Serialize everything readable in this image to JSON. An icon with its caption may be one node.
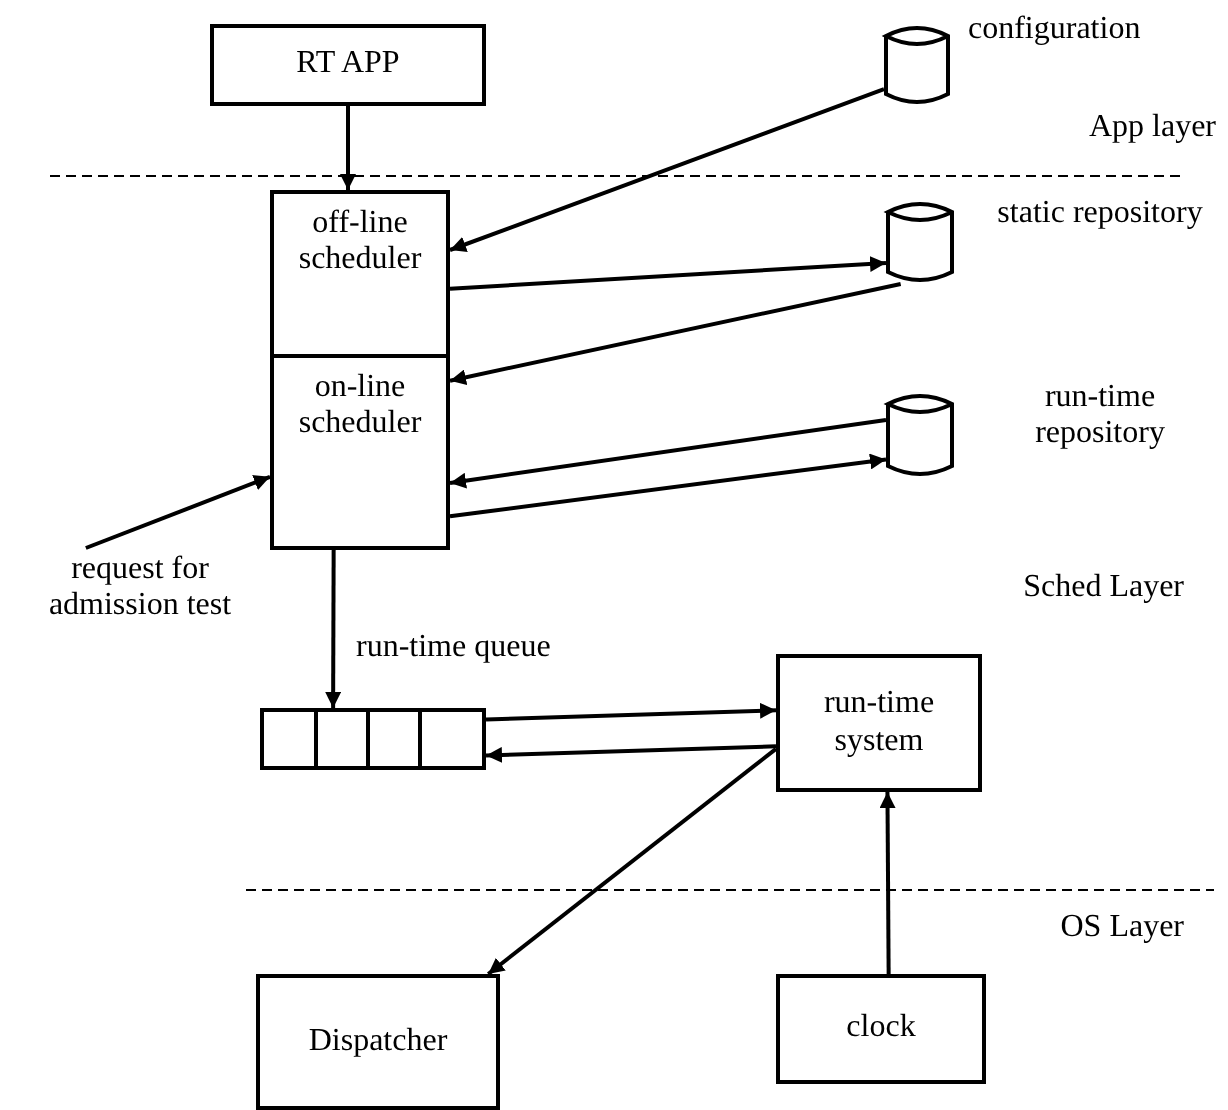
{
  "diagram": {
    "nodes": [
      {
        "text": [
          "RT APP"
        ]
      },
      {
        "text": [
          "off-line scheduler"
        ]
      },
      {
        "text": [
          "on-line scheduler"
        ]
      },
      {
        "text": [],
        "shape": "cylinder",
        "beside": [
          "configuration"
        ]
      },
      {
        "text": [],
        "shape": "cylinder",
        "beside": [
          "static repository"
        ]
      },
      {
        "text": [],
        "shape": "cylinder",
        "beside": [
          "run-time repository"
        ]
      },
      {
        "text": [
          "request for admission test"
        ]
      },
      {
        "text": [],
        "shape": "queue",
        "beside": [
          "run-time queue"
        ]
      },
      {
        "text": [
          "run-time system"
        ]
      },
      {
        "text": [
          "Dispatcher"
        ]
      },
      {
        "text": [
          "clock"
        ]
      }
    ],
    "edges": [
      {
        "from": 0,
        "to": 1,
        "arrow": "to"
      },
      {
        "from": 3,
        "to": 1,
        "arrow": "to"
      },
      {
        "from": 1,
        "to": 4,
        "arrow": "to"
      },
      {
        "from": 4,
        "to": 2,
        "arrow": "to"
      },
      {
        "from": 5,
        "to": 2,
        "arrow": "to"
      },
      {
        "from": 2,
        "to": 5,
        "arrow": "to"
      },
      {
        "from": 6,
        "to": 2,
        "arrow": "to"
      },
      {
        "from": 2,
        "to": 7,
        "arrow": "to"
      },
      {
        "from": 7,
        "to": 8,
        "arrow": "to"
      },
      {
        "from": 8,
        "to": 7,
        "arrow": "to"
      },
      {
        "from": 8,
        "to": 9,
        "arrow": "to"
      },
      {
        "from": 10,
        "to": 8,
        "arrow": "to"
      }
    ],
    "labels": [
      "App layer",
      "Sched Layer",
      "OS Layer"
    ]
  }
}
